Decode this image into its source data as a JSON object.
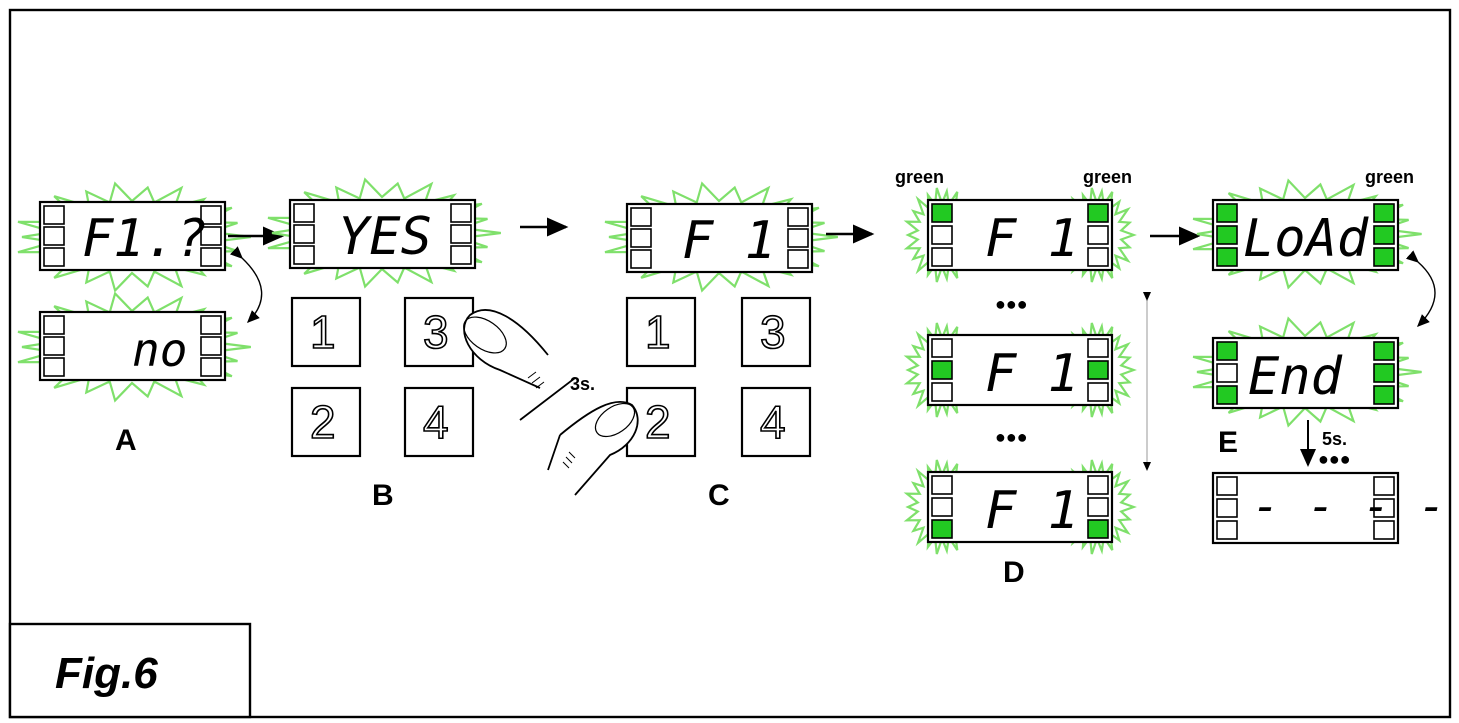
{
  "figure": {
    "label": "Fig.6"
  },
  "steps": {
    "a": {
      "label": "A",
      "display_top": "F1.?",
      "display_bottom": "no"
    },
    "b": {
      "label": "B",
      "display": "YES",
      "keys": [
        "1",
        "3",
        "2",
        "4"
      ]
    },
    "c": {
      "label": "C",
      "display": "F 1",
      "keys": [
        "1",
        "3",
        "2",
        "4"
      ],
      "hold_note": "3s."
    },
    "d": {
      "label": "D",
      "display": "F 1",
      "left_note": "green",
      "right_note": "green",
      "ellipsis": "●●●"
    },
    "e": {
      "label": "E",
      "display_top": "LoAd",
      "display_bottom": "End",
      "display_final": "- - - -",
      "right_note": "green",
      "wait_note": "5s.",
      "ellipsis": "●●●"
    }
  },
  "colors": {
    "burst": "#7fe06b",
    "led_on": "#22c922",
    "outline": "#000000"
  }
}
